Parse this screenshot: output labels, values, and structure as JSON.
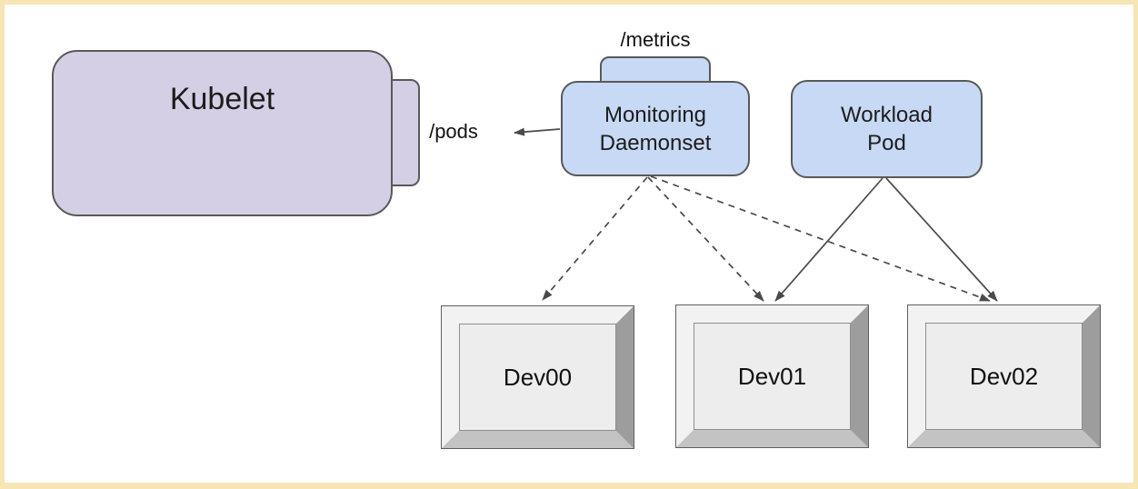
{
  "diagram": {
    "kubelet": {
      "label": "Kubelet"
    },
    "monitoring": {
      "label_line1": "Monitoring",
      "label_line2": "Daemonset",
      "metrics_endpoint_label": "/metrics",
      "pods_endpoint_label": "/pods"
    },
    "workload": {
      "label_line1": "Workload",
      "label_line2": "Pod"
    },
    "devices": [
      {
        "label": "Dev00"
      },
      {
        "label": "Dev01"
      },
      {
        "label": "Dev02"
      }
    ],
    "edges": [
      {
        "from": "monitoring-daemonset",
        "to": "kubelet-pods-endpoint",
        "style": "solid-arrow"
      },
      {
        "from": "monitoring-daemonset",
        "to": "dev00",
        "style": "dashed-arrow"
      },
      {
        "from": "monitoring-daemonset",
        "to": "dev01",
        "style": "dashed-arrow"
      },
      {
        "from": "monitoring-daemonset",
        "to": "dev02",
        "style": "dashed-arrow"
      },
      {
        "from": "workload-pod",
        "to": "dev01",
        "style": "solid-arrow"
      },
      {
        "from": "workload-pod",
        "to": "dev02",
        "style": "solid-arrow"
      }
    ],
    "colors": {
      "frame_border": "#f5e6b4",
      "purple_fill": "#d5cfe6",
      "blue_fill": "#c7d9f4",
      "node_border": "#595959",
      "arrow": "#4a4a4a",
      "device_face": "#ededed"
    }
  }
}
